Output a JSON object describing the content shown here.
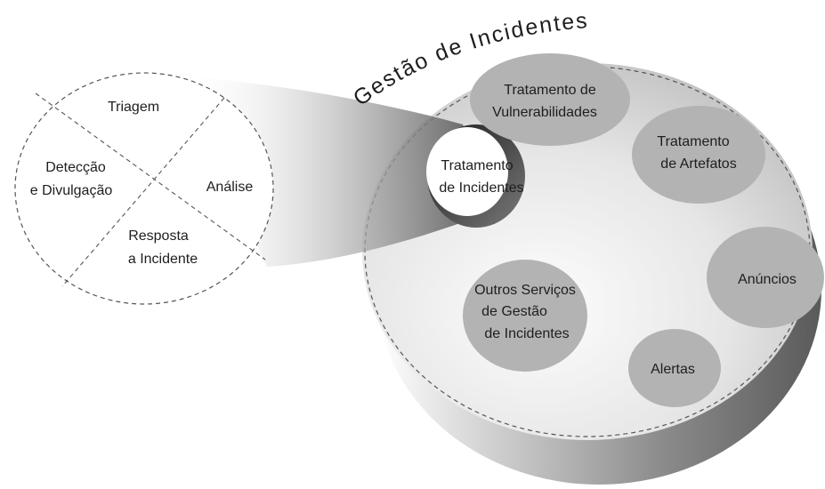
{
  "title": "Gestão de Incidentes",
  "detail": {
    "triage": "Triagem",
    "detection": [
      "Detecção",
      "e Divulgação"
    ],
    "analysis": "Análise",
    "response": [
      "Resposta",
      "a Incidente"
    ]
  },
  "services": {
    "incident_handling": [
      "Tratamento",
      "de Incidentes"
    ],
    "vulnerability_handling": [
      "Tratamento de",
      "Vulnerabilidades"
    ],
    "artifact_handling": [
      "Tratamento",
      "de Artefatos"
    ],
    "announcements": "Anúncios",
    "alerts": "Alertas",
    "other_services": [
      "Outros Serviços",
      "de Gestão",
      "de Incidentes"
    ]
  },
  "colors": {
    "disc_top": "#d9d9d9",
    "disc_side": "#6f6f6f",
    "bubble": "#b3b3b3",
    "stroke": "#555555"
  }
}
